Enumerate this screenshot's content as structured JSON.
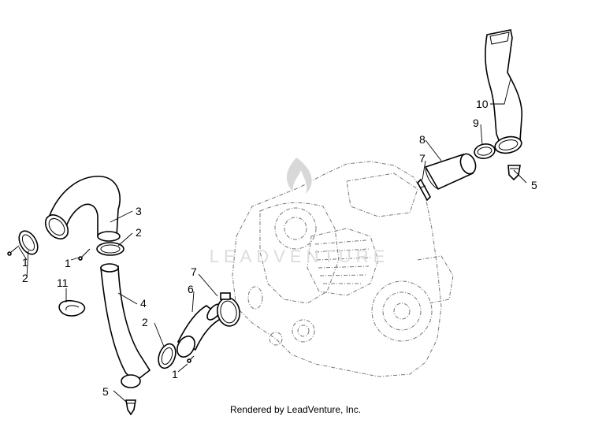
{
  "callouts": {
    "c1a": "1",
    "c1b": "1",
    "c1c": "1",
    "c2a": "2",
    "c2b": "2",
    "c2c": "2",
    "c3": "3",
    "c4": "4",
    "c5a": "5",
    "c5b": "5",
    "c6": "6",
    "c7a": "7",
    "c7b": "7",
    "c8": "8",
    "c9": "9",
    "c10": "10",
    "c11": "11"
  },
  "watermark": "LEADVENTURE",
  "footer": "Rendered by LeadVenture, Inc."
}
